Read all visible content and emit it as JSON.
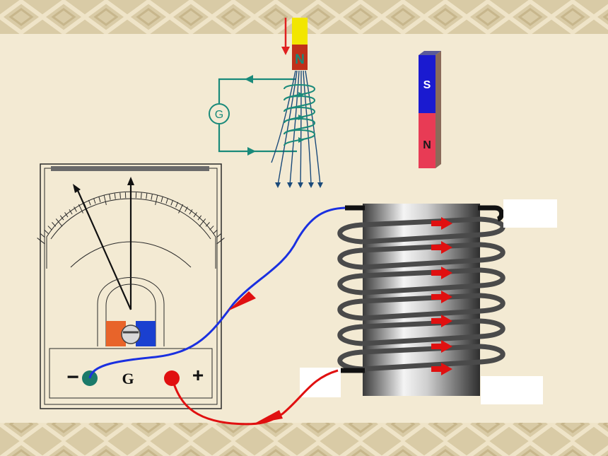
{
  "magnet_top": {
    "pole_label": "N",
    "colors": {
      "top": "#f2e600",
      "pole": "#c0301a"
    },
    "arrow_color": "#e02020"
  },
  "galvanometer_small": {
    "label": "G",
    "color": "#1a8a7a"
  },
  "bar_magnet": {
    "top_label": "S",
    "bottom_label": "N",
    "colors": {
      "top": "#1a1ad0",
      "bottom": "#e83b55"
    }
  },
  "galvanometer": {
    "label": "G",
    "minus_label": "−",
    "plus_label": "+",
    "colors": {
      "magnet_left": "#e8642a",
      "magnet_right": "#1a40d0",
      "minus_terminal": "#1a7a6a",
      "plus_terminal": "#e01010"
    }
  },
  "wires": {
    "colors": {
      "minus_wire": "#1a30e0",
      "plus_wire": "#e01010",
      "arrow": "#e01010"
    }
  },
  "coil": {
    "arrow_color": "#e01010",
    "wire_color": "#4a4a4a"
  }
}
